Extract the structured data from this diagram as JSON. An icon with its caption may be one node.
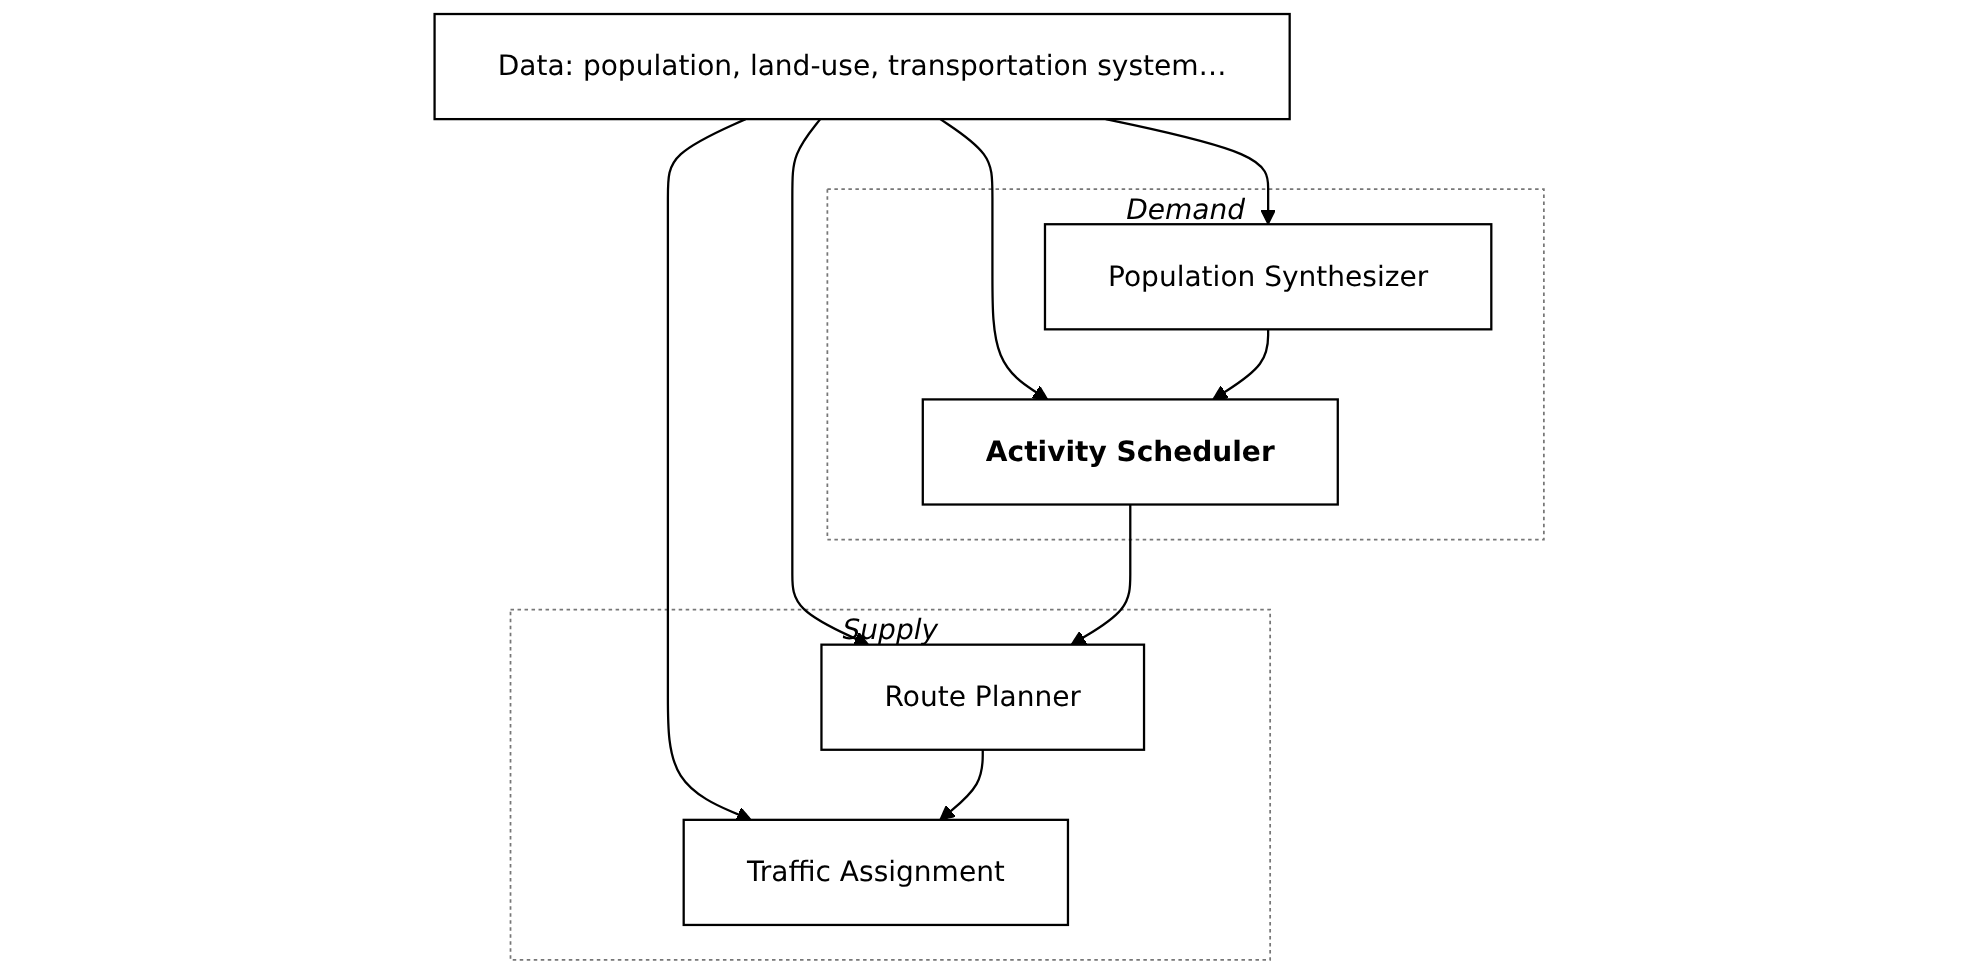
{
  "diagram": {
    "nodes": [
      {
        "text": [
          "Demand"
        ]
      },
      {
        "text": [
          "Supply"
        ]
      },
      {
        "text": [
          "Data: population, land-use, transportation system…"
        ]
      },
      {
        "text": [
          "Population Synthesizer"
        ],
        "in": 0
      },
      {
        "text": [
          "Activity Scheduler"
        ],
        "in": 0
      },
      {
        "text": [
          "Route Planner"
        ],
        "in": 1
      },
      {
        "text": [
          "Traffic Assignment"
        ],
        "in": 1
      }
    ],
    "edges": [
      {
        "from": 2,
        "to": 3,
        "arrow": "to"
      },
      {
        "from": 2,
        "to": 4,
        "arrow": "to"
      },
      {
        "from": 2,
        "to": 5,
        "arrow": "to"
      },
      {
        "from": 2,
        "to": 6,
        "arrow": "to"
      },
      {
        "from": 3,
        "to": 4,
        "arrow": "to"
      },
      {
        "from": 4,
        "to": 5,
        "arrow": "to"
      },
      {
        "from": 5,
        "to": 6,
        "arrow": "to"
      }
    ]
  }
}
